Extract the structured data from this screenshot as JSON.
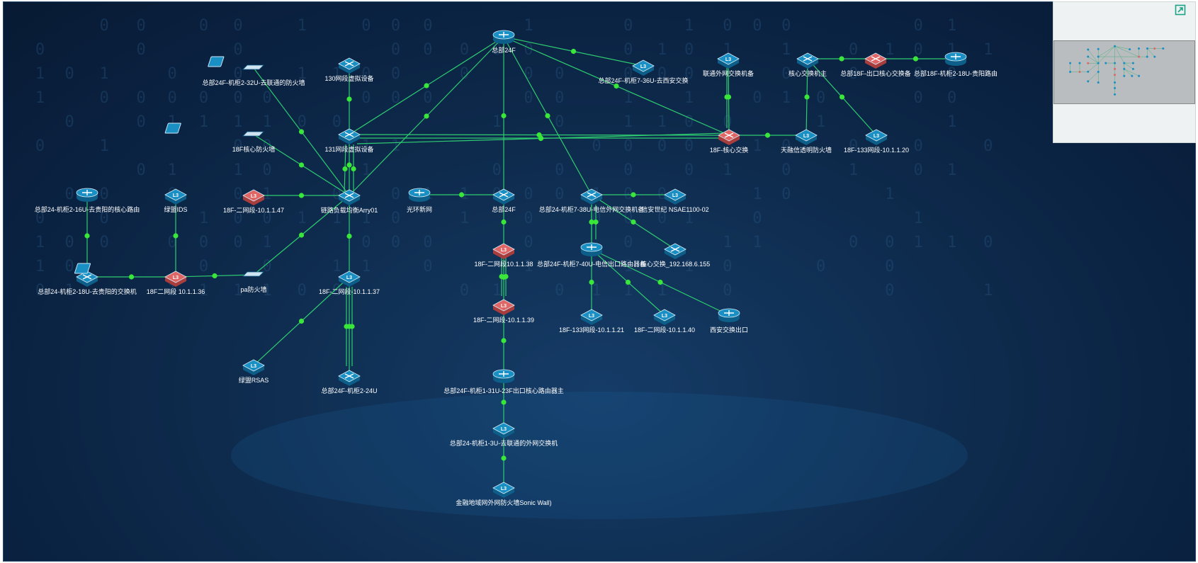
{
  "colors": {
    "link": "#2ecc71",
    "dot": "#39e639",
    "node_blue": "#1a8fc4",
    "node_red": "#e06666"
  },
  "nodes": [
    {
      "id": "hq24f_top",
      "label": "总部24F",
      "kind": "router",
      "color": "blue"
    },
    {
      "id": "fw_unicom",
      "label": "总部24F-机柜2-32U-去联通的防火墙",
      "kind": "pc",
      "color": "blue"
    },
    {
      "id": "vd130",
      "label": "130网段虚拟设备",
      "kind": "switch",
      "color": "blue"
    },
    {
      "id": "xa_switch",
      "label": "总部24F-机柜7-36U-去西安交换",
      "kind": "l3",
      "color": "blue"
    },
    {
      "id": "unicom_ext",
      "label": "联通外网交换机备",
      "kind": "l3",
      "color": "blue"
    },
    {
      "id": "core_main",
      "label": "核心交换机主",
      "kind": "switch",
      "color": "blue"
    },
    {
      "id": "hq18f_exit",
      "label": "总部18F-出口核心交换备",
      "kind": "switch",
      "color": "red"
    },
    {
      "id": "hq18f_gy",
      "label": "总部18F-机柜2-18U-贵阳路由",
      "kind": "router",
      "color": "blue"
    },
    {
      "id": "fw18f_core",
      "label": "18F核心防火墙",
      "kind": "pc",
      "color": "blue"
    },
    {
      "id": "vd131",
      "label": "131网段虚拟设备",
      "kind": "switch",
      "color": "blue"
    },
    {
      "id": "core18f",
      "label": "18F-核心交换",
      "kind": "switch",
      "color": "red"
    },
    {
      "id": "tianrongxin",
      "label": "天融信透明防火墙",
      "kind": "l3",
      "color": "blue"
    },
    {
      "id": "seg133_20",
      "label": "18F-133网段-10.1.1.20",
      "kind": "l3",
      "color": "blue"
    },
    {
      "id": "gy_core_router",
      "label": "总部24-机柜2-16U-去贵阳的核心路由",
      "kind": "router",
      "color": "blue"
    },
    {
      "id": "lvmeng_ids",
      "label": "绿盟IDS",
      "kind": "l3",
      "color": "blue"
    },
    {
      "id": "seg2_47",
      "label": "18F-二网段-10.1.1.47",
      "kind": "l3",
      "color": "red"
    },
    {
      "id": "lb_arry",
      "label": "链路负载均衡Arry01",
      "kind": "switch",
      "color": "blue"
    },
    {
      "id": "gwcx",
      "label": "光环新网",
      "kind": "router",
      "color": "blue"
    },
    {
      "id": "hq24f_mid",
      "label": "总部24F",
      "kind": "switch",
      "color": "blue"
    },
    {
      "id": "telecom_ext",
      "label": "总部24-机柜7-38U-电信外网交换机备",
      "kind": "switch",
      "color": "blue"
    },
    {
      "id": "xinan",
      "label": "信安世纪 NSAE1100-02",
      "kind": "l3",
      "color": "blue"
    },
    {
      "id": "gy_switch",
      "label": "总部24-机柜2-18U-去贵阳的交换机",
      "kind": "switch",
      "color": "blue"
    },
    {
      "id": "seg2_36",
      "label": "18F二网段 10.1.1.36",
      "kind": "l3",
      "color": "red"
    },
    {
      "id": "pa_fw",
      "label": "pa防火墙",
      "kind": "pc",
      "color": "blue"
    },
    {
      "id": "seg2_37",
      "label": "18F-二网段-10.1.1.37",
      "kind": "l3",
      "color": "blue"
    },
    {
      "id": "seg2_38",
      "label": "18F-二网段10.1.1.38",
      "kind": "l3",
      "color": "red"
    },
    {
      "id": "telecom_exit",
      "label": "总部24F-机柜7-40U-电信出口路由器备",
      "kind": "router",
      "color": "blue"
    },
    {
      "id": "core_155",
      "label": "核心交换_192.168.6.155",
      "kind": "switch",
      "color": "blue"
    },
    {
      "id": "seg2_39",
      "label": "18F-二网段-10.1.1.39",
      "kind": "l3",
      "color": "red"
    },
    {
      "id": "seg133_21",
      "label": "18F-133网段-10.1.1.21",
      "kind": "l3",
      "color": "blue"
    },
    {
      "id": "seg2_40",
      "label": "18F-二网段-10.1.1.40",
      "kind": "l3",
      "color": "blue"
    },
    {
      "id": "xa_exit",
      "label": "西安交换出口",
      "kind": "router",
      "color": "blue"
    },
    {
      "id": "lvmeng_rsas",
      "label": "绿盟RSAS",
      "kind": "l3",
      "color": "blue"
    },
    {
      "id": "hq24_24u",
      "label": "总部24F-机柜2-24U",
      "kind": "switch",
      "color": "blue"
    },
    {
      "id": "core_router_main",
      "label": "总部24F-机柜1-31U-23F出口核心路由器主",
      "kind": "router",
      "color": "blue"
    },
    {
      "id": "unicom_ext_sw",
      "label": "总部24-机柜1-3U-去联通的外网交换机",
      "kind": "l3",
      "color": "blue"
    },
    {
      "id": "sonicwall",
      "label": "金融地域网外网防火墙Sonic Wall)",
      "kind": "l3",
      "color": "blue"
    }
  ],
  "links": [
    [
      "hq24f_top",
      "vd131"
    ],
    [
      "hq24f_top",
      "lb_arry"
    ],
    [
      "hq24f_top",
      "xa_switch"
    ],
    [
      "hq24f_top",
      "core18f"
    ],
    [
      "hq24f_top",
      "hq24f_mid"
    ],
    [
      "hq24f_top",
      "telecom_ext"
    ],
    [
      "fw_unicom",
      "lb_arry"
    ],
    [
      "vd130",
      "vd131"
    ],
    [
      "vd131",
      "core18f"
    ],
    [
      "vd131",
      "lb_arry"
    ],
    [
      "unicom_ext",
      "core18f"
    ],
    [
      "core_main",
      "hq18f_exit"
    ],
    [
      "hq18f_exit",
      "hq18f_gy"
    ],
    [
      "core_main",
      "tianrongxin"
    ],
    [
      "core_main",
      "seg133_20"
    ],
    [
      "core18f",
      "tianrongxin"
    ],
    [
      "fw18f_core",
      "lb_arry"
    ],
    [
      "seg2_47",
      "lb_arry"
    ],
    [
      "lb_arry",
      "seg2_37"
    ],
    [
      "lb_arry",
      "pa_fw"
    ],
    [
      "gwcx",
      "hq24f_mid"
    ],
    [
      "hq24f_mid",
      "seg2_38"
    ],
    [
      "seg2_38",
      "seg2_39"
    ],
    [
      "seg2_39",
      "core_router_main"
    ],
    [
      "core_router_main",
      "unicom_ext_sw"
    ],
    [
      "unicom_ext_sw",
      "sonicwall"
    ],
    [
      "telecom_ext",
      "xinan"
    ],
    [
      "telecom_ext",
      "telecom_exit"
    ],
    [
      "telecom_ext",
      "core_155"
    ],
    [
      "telecom_exit",
      "seg133_21"
    ],
    [
      "telecom_exit",
      "seg2_40"
    ],
    [
      "telecom_exit",
      "xa_exit"
    ],
    [
      "gy_core_router",
      "gy_switch"
    ],
    [
      "gy_switch",
      "seg2_36"
    ],
    [
      "seg2_36",
      "lvmeng_ids"
    ],
    [
      "seg2_36",
      "pa_fw"
    ],
    [
      "seg2_37",
      "lvmeng_rsas"
    ],
    [
      "seg2_37",
      "hq24_24u"
    ]
  ]
}
